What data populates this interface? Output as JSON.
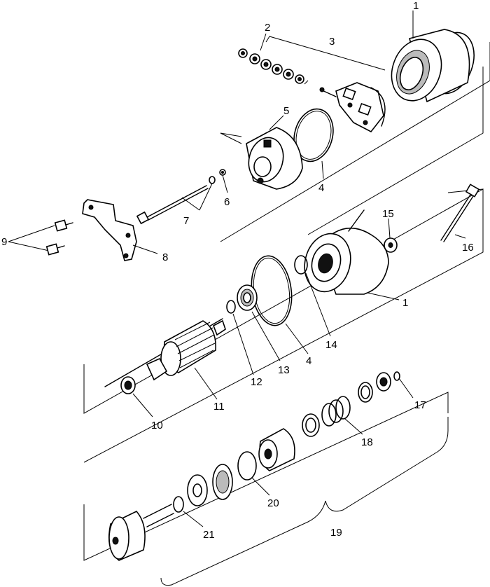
{
  "callouts": {
    "c1_top": "1",
    "c1_mid": "1",
    "c2": "2",
    "c3": "3",
    "c4_top": "4",
    "c4_mid": "4",
    "c5": "5",
    "c6": "6",
    "c7": "7",
    "c8": "8",
    "c9": "9",
    "c10": "10",
    "c11": "11",
    "c12": "12",
    "c13": "13",
    "c14": "14",
    "c15": "15",
    "c16": "16",
    "c17": "17",
    "c18": "18",
    "c19": "19",
    "c20": "20",
    "c21": "21"
  }
}
